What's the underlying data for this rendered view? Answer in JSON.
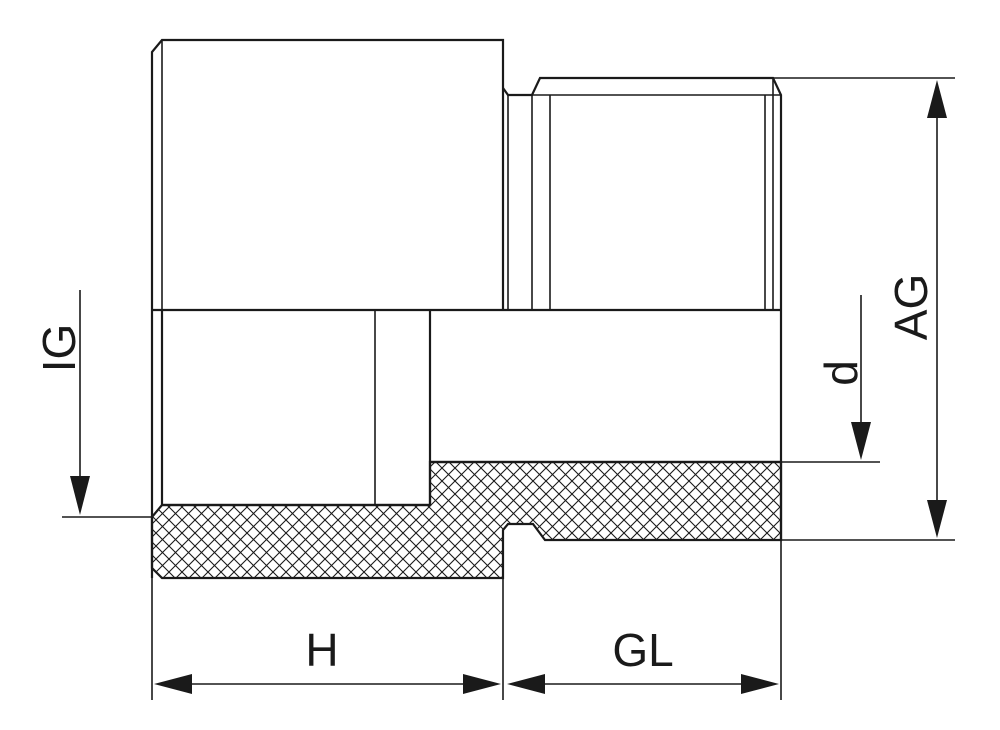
{
  "labels": {
    "internal_thread": "IG",
    "external_thread": "AG",
    "bore_diameter": "d",
    "socket_length": "H",
    "thread_length": "GL"
  }
}
